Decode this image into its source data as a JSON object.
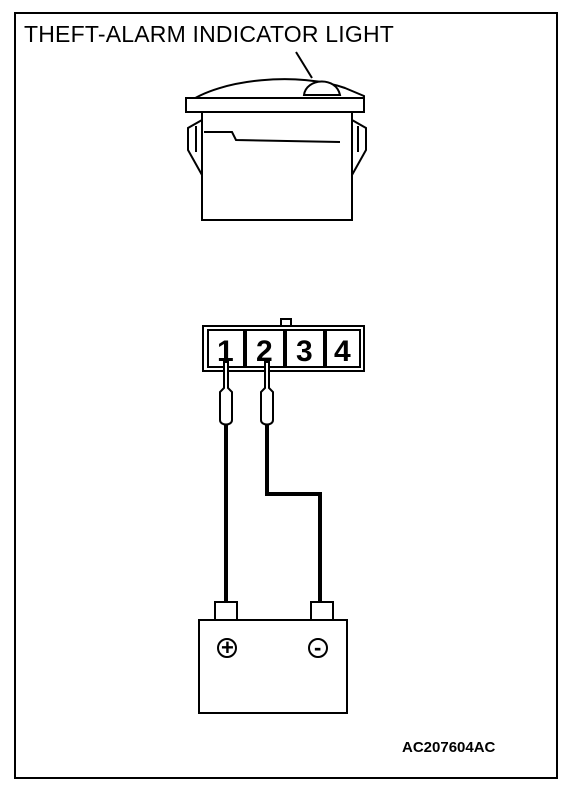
{
  "title": "THEFT-ALARM INDICATOR LIGHT",
  "figure_code": "AC207604AC",
  "connector": {
    "pins": [
      "1",
      "2",
      "3",
      "4"
    ]
  },
  "battery": {
    "positive_label": "+",
    "negative_label": "-"
  },
  "colors": {
    "line": "#000000",
    "background": "#ffffff"
  }
}
